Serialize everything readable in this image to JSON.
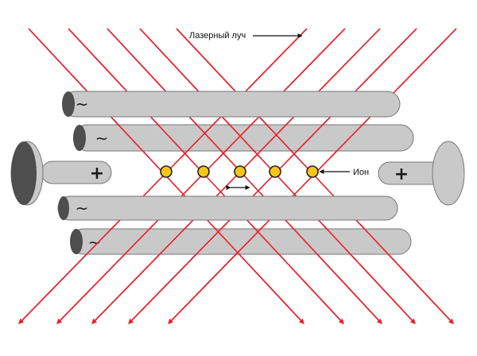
{
  "labels": {
    "laser_beam": "Лазерный луч",
    "ion": "Ион"
  },
  "rods": [
    {
      "symbol": "~"
    },
    {
      "symbol": "~"
    },
    {
      "symbol": "~"
    },
    {
      "symbol": "~"
    }
  ],
  "electrodes": [
    {
      "symbol": "+"
    },
    {
      "symbol": "+"
    }
  ],
  "ion_count": 5,
  "colors": {
    "laser": "#e8202a",
    "rod_fill": "#c9c9c9",
    "rod_end": "#4e4e4e",
    "ion_fill": "#f5c518",
    "ion_stroke": "#222222"
  }
}
